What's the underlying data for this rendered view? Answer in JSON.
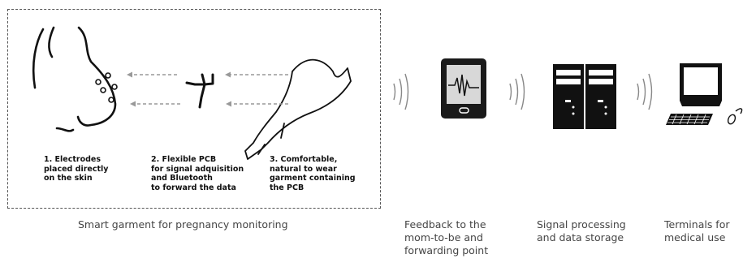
{
  "garment_box": {
    "caption": "Smart garment for pregnancy monitoring",
    "steps": [
      {
        "label": "1. Electrodes\nplaced directly\non the skin"
      },
      {
        "label": "2. Flexible PCB\nfor signal adquisition\nand Bluetooth\nto forward the data"
      },
      {
        "label": "3. Comfortable,\nnatural to wear\ngarment containing\nthe PCB"
      }
    ]
  },
  "pipeline": [
    {
      "caption": "Feedback to the\nmom-to-be and\nforwarding point",
      "icon": "tablet-icon"
    },
    {
      "caption": "Signal processing\nand data storage",
      "icon": "server-icon"
    },
    {
      "caption": "Terminals for\nmedical use",
      "icon": "computer-terminal-icon"
    }
  ],
  "colors": {
    "ink": "#111111",
    "caption": "#444444",
    "arrow": "#999999"
  }
}
